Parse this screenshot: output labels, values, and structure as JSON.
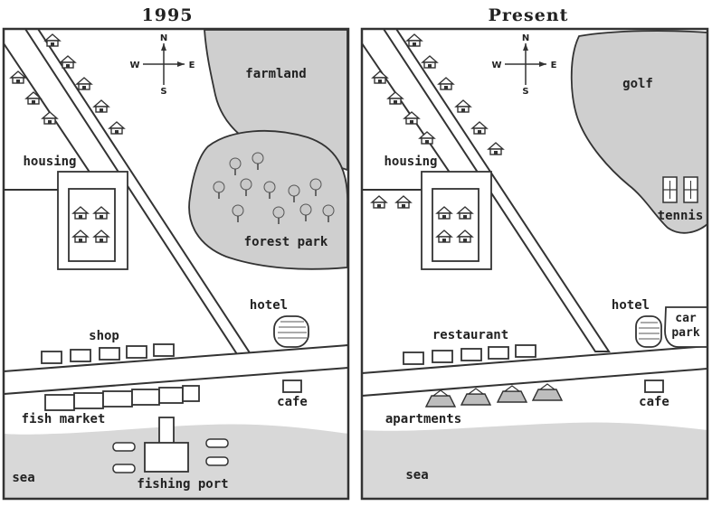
{
  "maps": [
    {
      "title": "1995",
      "compass": {
        "n": "N",
        "s": "S",
        "e": "E",
        "w": "W"
      },
      "labels": {
        "farmland": "farmland",
        "housing": "housing",
        "forest_park": "forest park",
        "hotel": "hotel",
        "shop": "shop",
        "fish_market": "fish market",
        "cafe": "cafe",
        "sea": "sea",
        "fishing_port": "fishing port"
      }
    },
    {
      "title": "Present",
      "compass": {
        "n": "N",
        "s": "S",
        "e": "E",
        "w": "W"
      },
      "labels": {
        "golf": "golf",
        "housing": "housing",
        "tennis": "tennis",
        "hotel": "hotel",
        "car": "car",
        "park": "park",
        "restaurant": "restaurant",
        "cafe": "cafe",
        "apartments": "apartments",
        "sea": "sea"
      }
    }
  ]
}
